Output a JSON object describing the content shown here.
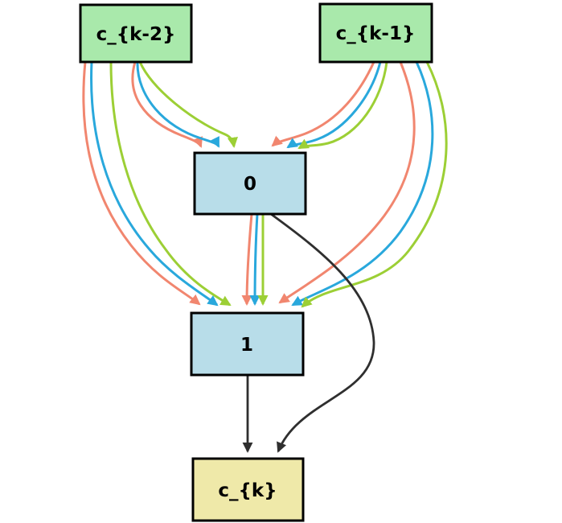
{
  "diagram": {
    "background": "#ffffff",
    "nodes": {
      "ck2": {
        "label": "c_{k-2}",
        "fill": "#A9E9AB",
        "border": "#000000",
        "role": "input"
      },
      "ck1": {
        "label": "c_{k-1}",
        "fill": "#A9E9AB",
        "border": "#000000",
        "role": "input"
      },
      "n0": {
        "label": "0",
        "fill": "#B8DDE9",
        "border": "#000000",
        "role": "intermediate"
      },
      "n1": {
        "label": "1",
        "fill": "#B8DDE9",
        "border": "#000000",
        "role": "intermediate"
      },
      "ck": {
        "label": "c_{k}",
        "fill": "#EFE9A9",
        "border": "#000000",
        "role": "output"
      }
    },
    "edge_colors": {
      "op1": "#F1866F",
      "op2": "#29A8DC",
      "op3": "#9CCF35",
      "plain": "#2F2F2F"
    },
    "edges": [
      {
        "from": "c_{k-2}",
        "to": "0",
        "color": "op1"
      },
      {
        "from": "c_{k-2}",
        "to": "0",
        "color": "op2"
      },
      {
        "from": "c_{k-2}",
        "to": "0",
        "color": "op3"
      },
      {
        "from": "c_{k-2}",
        "to": "1",
        "color": "op1"
      },
      {
        "from": "c_{k-2}",
        "to": "1",
        "color": "op2"
      },
      {
        "from": "c_{k-2}",
        "to": "1",
        "color": "op3"
      },
      {
        "from": "c_{k-1}",
        "to": "0",
        "color": "op1"
      },
      {
        "from": "c_{k-1}",
        "to": "0",
        "color": "op2"
      },
      {
        "from": "c_{k-1}",
        "to": "0",
        "color": "op3"
      },
      {
        "from": "c_{k-1}",
        "to": "1",
        "color": "op1"
      },
      {
        "from": "c_{k-1}",
        "to": "1",
        "color": "op2"
      },
      {
        "from": "c_{k-1}",
        "to": "1",
        "color": "op3"
      },
      {
        "from": "0",
        "to": "1",
        "color": "op1"
      },
      {
        "from": "0",
        "to": "1",
        "color": "op2"
      },
      {
        "from": "0",
        "to": "1",
        "color": "op3"
      },
      {
        "from": "0",
        "to": "c_{k}",
        "color": "plain"
      },
      {
        "from": "1",
        "to": "c_{k}",
        "color": "plain"
      }
    ]
  }
}
